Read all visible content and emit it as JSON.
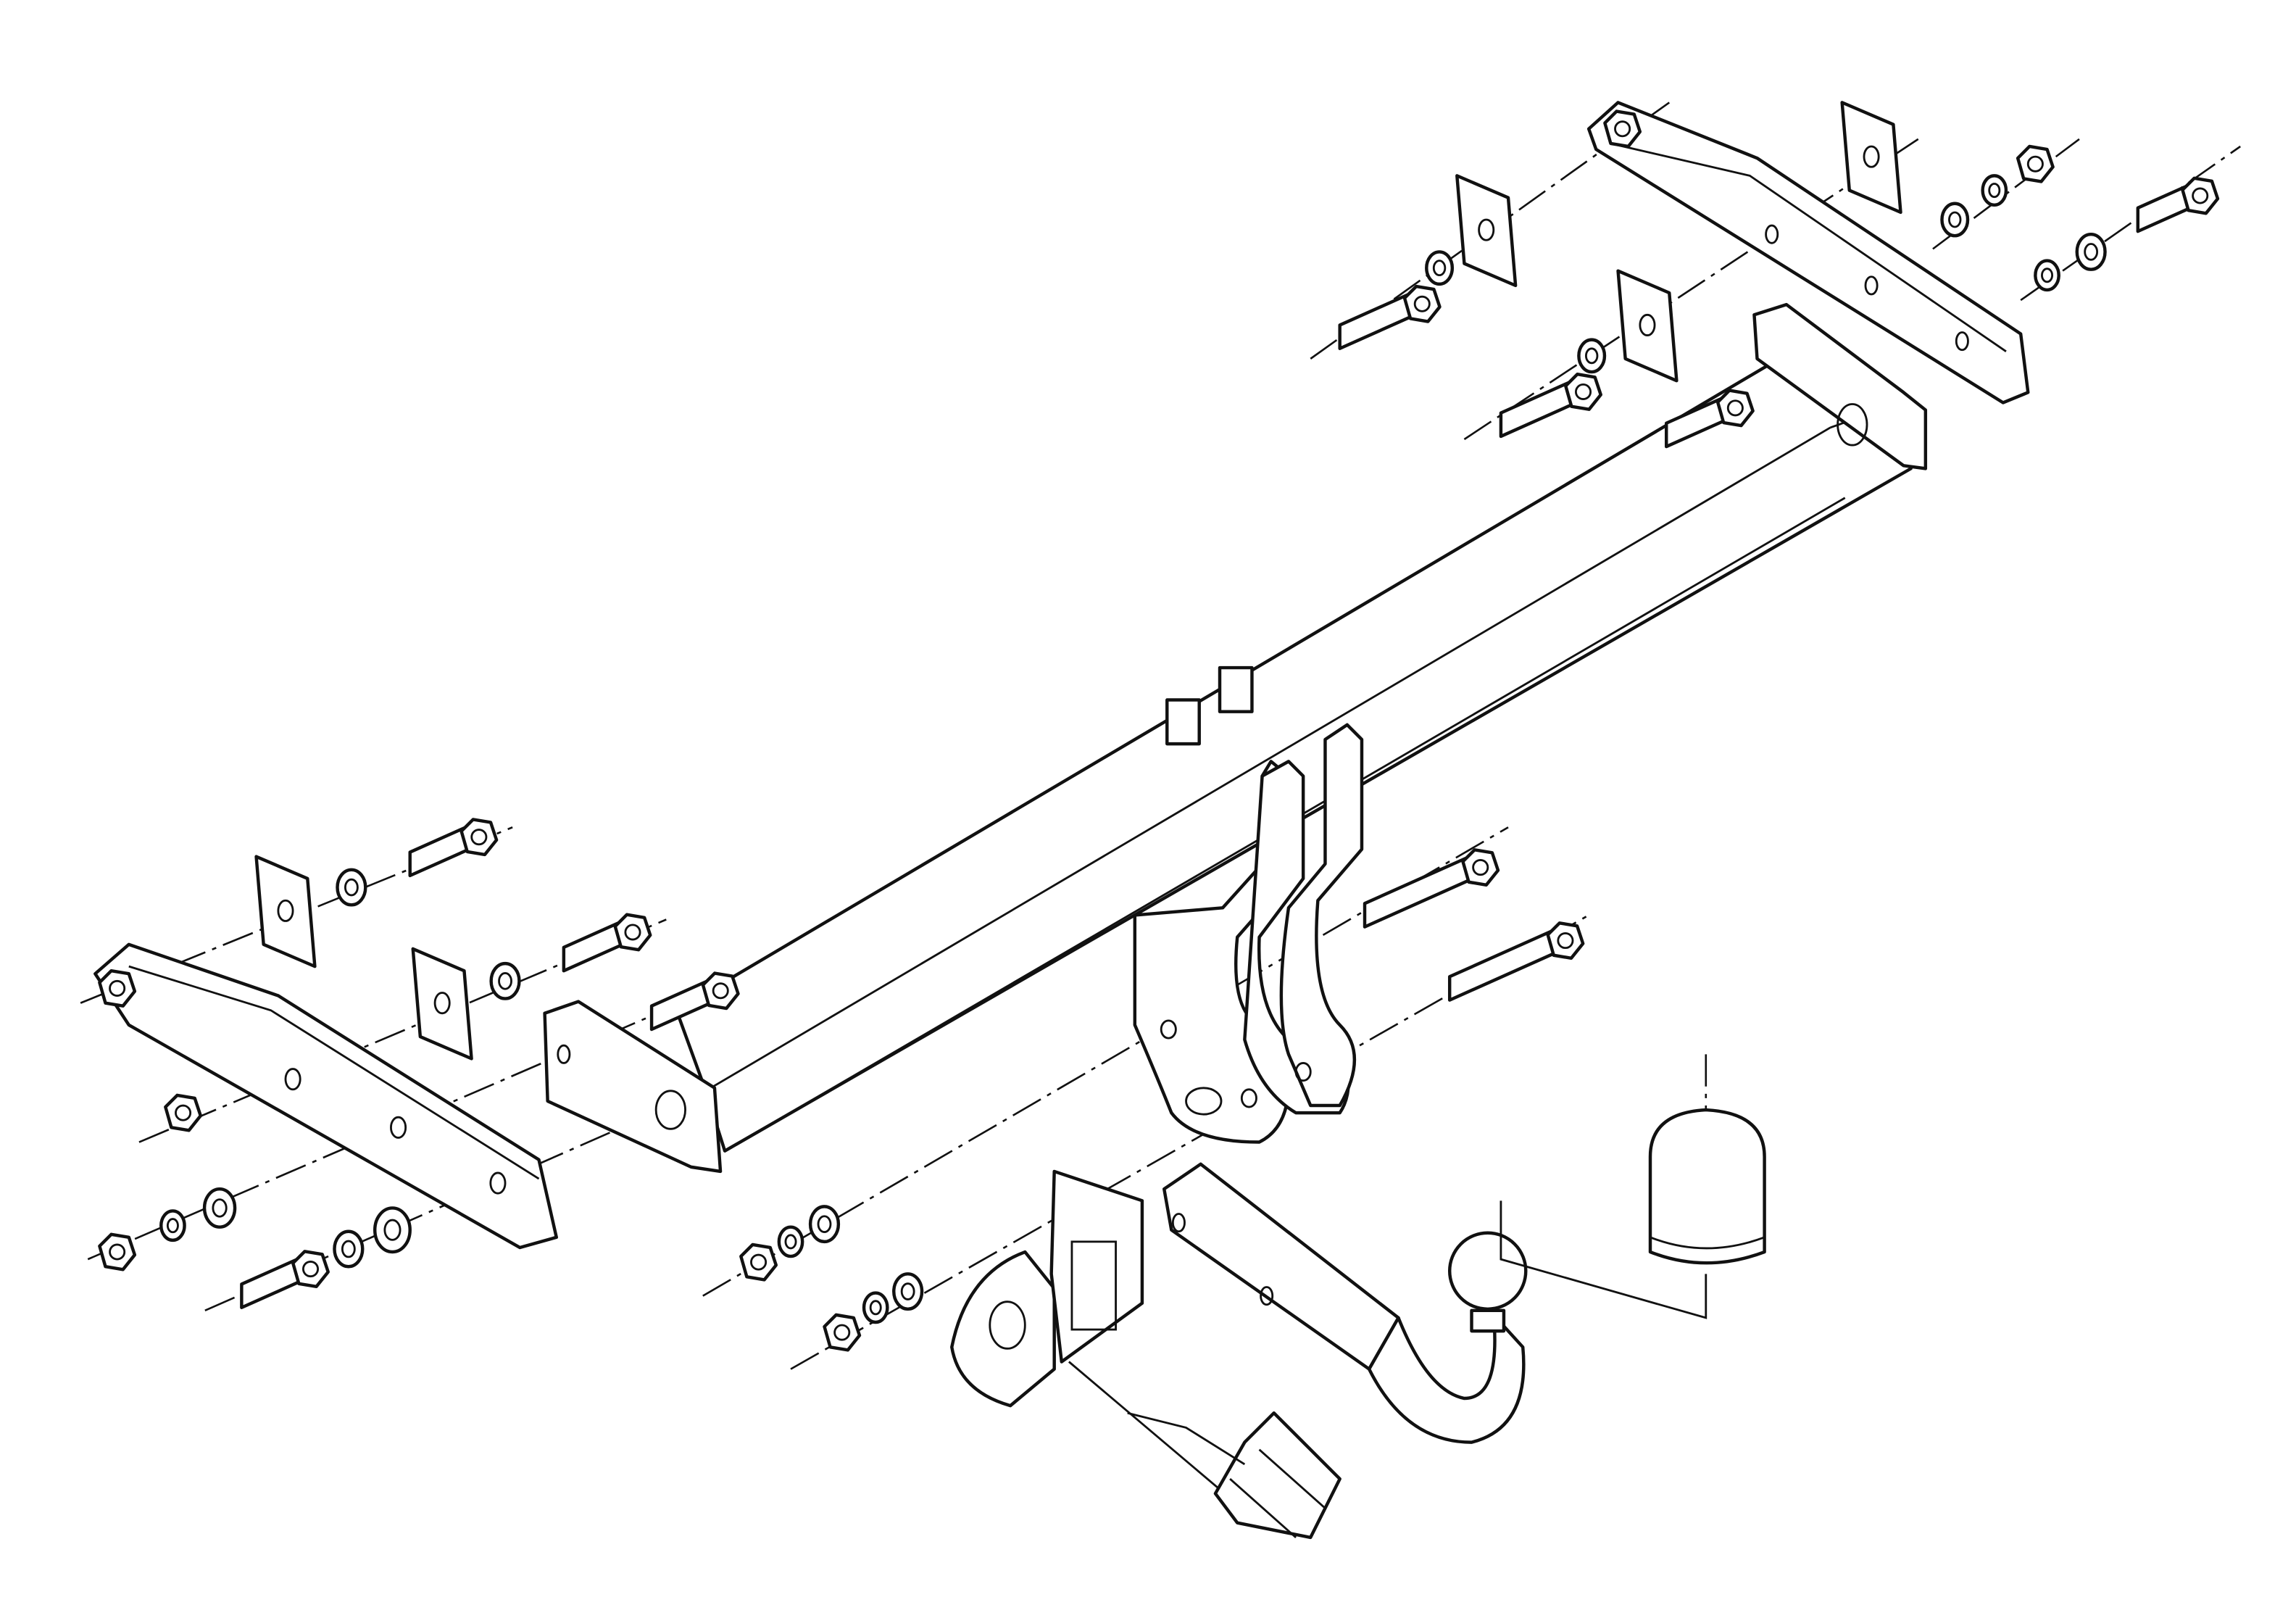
{
  "diagram": {
    "kind": "exploded-assembly-drawing",
    "colors": {
      "line": "#111111",
      "background": "#ffffff"
    },
    "parts": [
      "main-crossbeam",
      "left-mounting-bracket",
      "right-mounting-bracket",
      "drop-plates",
      "tow-ball-neck",
      "ball-cover-cap",
      "socket-mounting-plate",
      "electrical-connector",
      "bolts",
      "washers",
      "nuts",
      "spacer-plates"
    ]
  }
}
